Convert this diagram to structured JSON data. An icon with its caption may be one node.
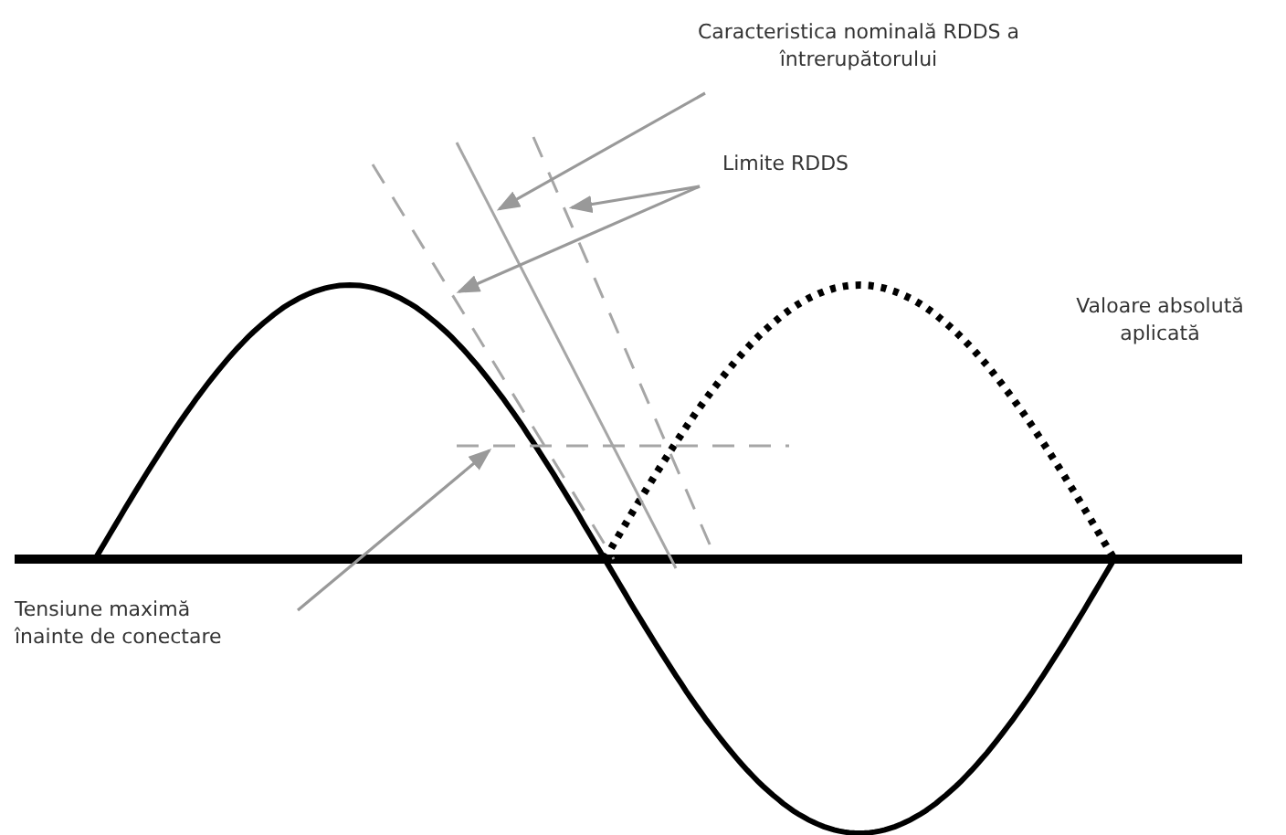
{
  "diagram": {
    "nodes": [
      {
        "text": [
          "Caracteristica nominală RDDS a întrerupătorului"
        ]
      },
      {
        "text": [],
        "shape": "line"
      },
      {
        "text": [
          "Limite RDDS"
        ]
      },
      {
        "text": [],
        "shape": "line"
      },
      {
        "text": [],
        "shape": "line"
      },
      {
        "text": [
          "Tensiune maximă înainte de conectare"
        ]
      },
      {
        "text": [],
        "shape": "line"
      }
    ],
    "edges": [
      {
        "from": 0,
        "to": 1,
        "arrow": "to"
      },
      {
        "from": 2,
        "to": 4,
        "arrow": "to"
      },
      {
        "from": 2,
        "to": 3,
        "arrow": "to"
      },
      {
        "from": 5,
        "to": 6,
        "arrow": "to"
      }
    ],
    "labels": [
      "Valoare absolută aplicată"
    ]
  }
}
